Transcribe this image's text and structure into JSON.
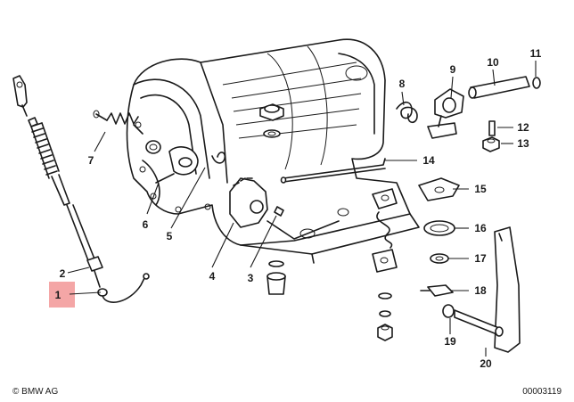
{
  "diagram": {
    "highlight_color": "#f4a6a6",
    "line_color": "#1a1a1a",
    "highlighted_part": "1",
    "callouts": [
      {
        "number": "1"
      },
      {
        "number": "2"
      },
      {
        "number": "3"
      },
      {
        "number": "4"
      },
      {
        "number": "5"
      },
      {
        "number": "6"
      },
      {
        "number": "7"
      },
      {
        "number": "8"
      },
      {
        "number": "9"
      },
      {
        "number": "10"
      },
      {
        "number": "11"
      },
      {
        "number": "12"
      },
      {
        "number": "13"
      },
      {
        "number": "14"
      },
      {
        "number": "15"
      },
      {
        "number": "16"
      },
      {
        "number": "17"
      },
      {
        "number": "18"
      },
      {
        "number": "19"
      },
      {
        "number": "20"
      }
    ]
  },
  "footer": {
    "brand": "© BMW AG",
    "drawing_number": "00003119"
  }
}
